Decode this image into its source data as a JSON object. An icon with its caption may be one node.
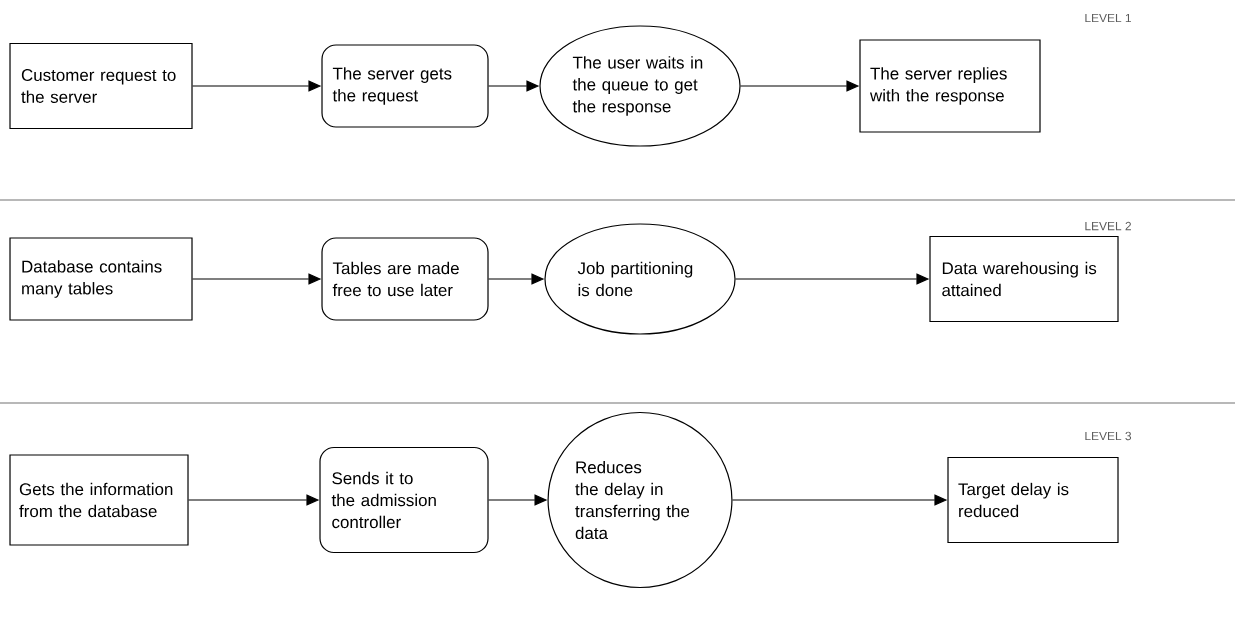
{
  "diagram": {
    "nodes": [
      {
        "text": [
          "Customer request to the server"
        ]
      },
      {
        "text": [
          "The server gets the request"
        ]
      },
      {
        "text": [
          "The user waits in the queue to get the response"
        ]
      },
      {
        "text": [
          "The server replies with the response"
        ]
      },
      {
        "text": [
          "Database contains many tables"
        ]
      },
      {
        "text": [
          "Tables are made free to use later"
        ]
      },
      {
        "text": [
          "Job partitioning is done"
        ]
      },
      {
        "text": [
          "Data warehousing is attained"
        ]
      },
      {
        "text": [
          "Gets the information from the database"
        ]
      },
      {
        "text": [
          "Sends it to the admission controller"
        ]
      },
      {
        "text": [
          "Reduces the delay in transferring the data"
        ]
      },
      {
        "text": [
          "Target delay is reduced"
        ]
      }
    ],
    "edges": [
      {
        "from": 0,
        "to": 1,
        "arrow": "to"
      },
      {
        "from": 1,
        "to": 2,
        "arrow": "to"
      },
      {
        "from": 2,
        "to": 3,
        "arrow": "to"
      },
      {
        "from": 4,
        "to": 5,
        "arrow": "to"
      },
      {
        "from": 5,
        "to": 6,
        "arrow": "to"
      },
      {
        "from": 6,
        "to": 7,
        "arrow": "to"
      },
      {
        "from": 8,
        "to": 9,
        "arrow": "to"
      },
      {
        "from": 9,
        "to": 10,
        "arrow": "to"
      },
      {
        "from": 10,
        "to": 11,
        "arrow": "to"
      }
    ],
    "labels": [
      "LEVEL 1",
      "LEVEL 2",
      "LEVEL 3"
    ]
  }
}
